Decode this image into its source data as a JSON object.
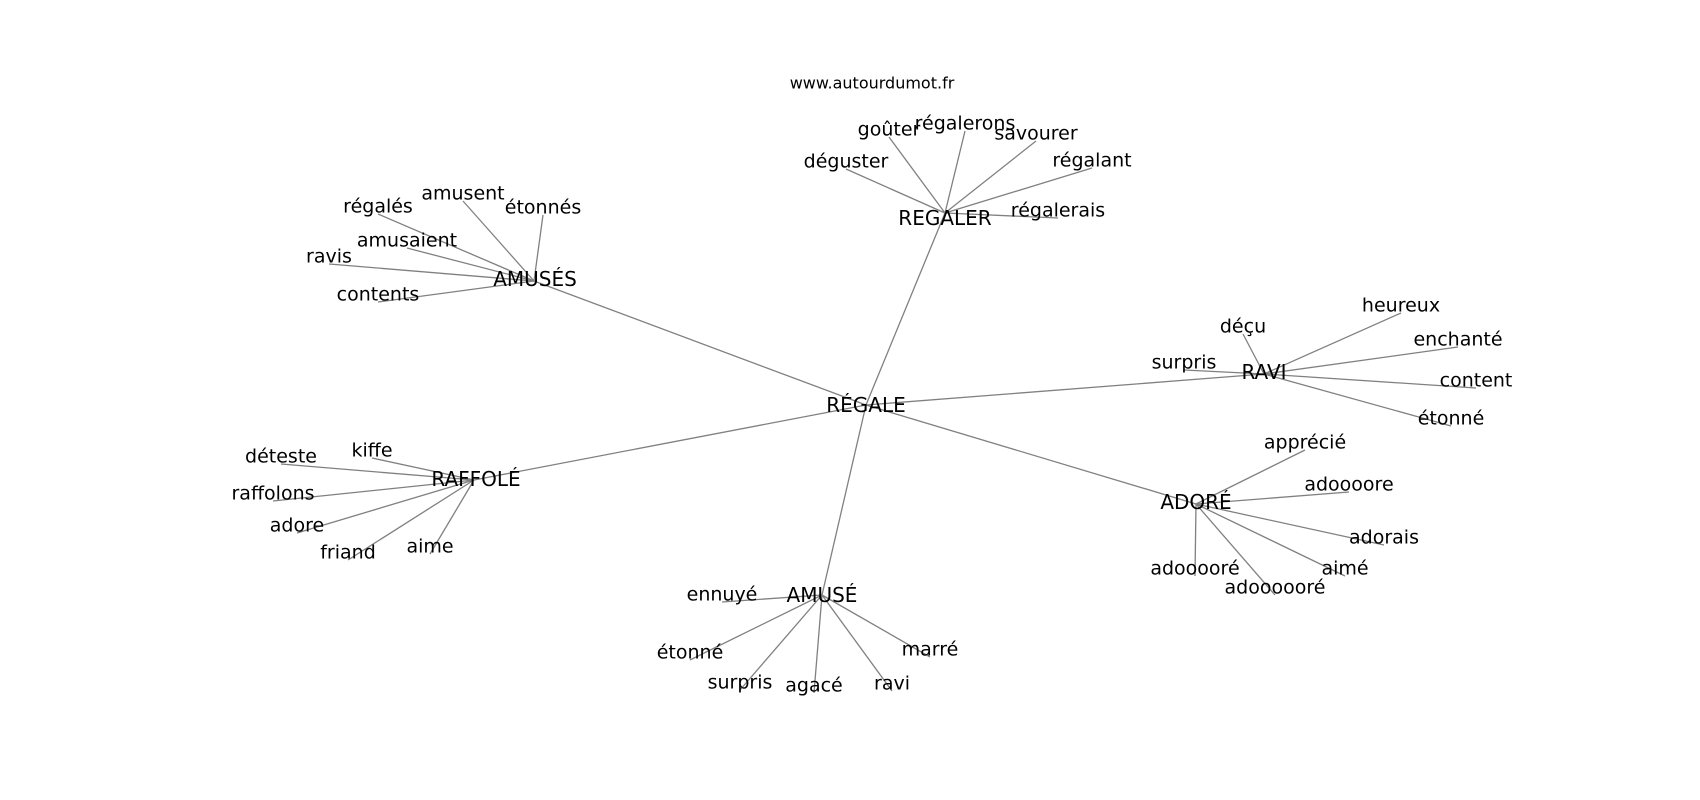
{
  "site": {
    "url": "www.autourdumot.fr"
  },
  "graph": {
    "center": "RÉGALE",
    "hubs": [
      {
        "label": "REGALER",
        "leaves": [
          "goûter",
          "régalerons",
          "savourer",
          "déguster",
          "régalant",
          "régalerais"
        ]
      },
      {
        "label": "AMUSÉS",
        "leaves": [
          "régalés",
          "amusent",
          "étonnés",
          "amusaient",
          "ravis",
          "contents"
        ]
      },
      {
        "label": "RAVI",
        "leaves": [
          "heureux",
          "déçu",
          "enchanté",
          "surpris",
          "content",
          "étonné"
        ]
      },
      {
        "label": "ADORÉ",
        "leaves": [
          "apprécié",
          "adoooore",
          "adorais",
          "aimé",
          "adoooooré",
          "adooooré"
        ]
      },
      {
        "label": "RAFFOLÉ",
        "leaves": [
          "kiffe",
          "déteste",
          "raffolons",
          "adore",
          "friand",
          "aime"
        ]
      },
      {
        "label": "AMUSÉ",
        "leaves": [
          "ennuyé",
          "étonné",
          "surpris",
          "agacé",
          "ravi",
          "marré"
        ]
      }
    ]
  }
}
